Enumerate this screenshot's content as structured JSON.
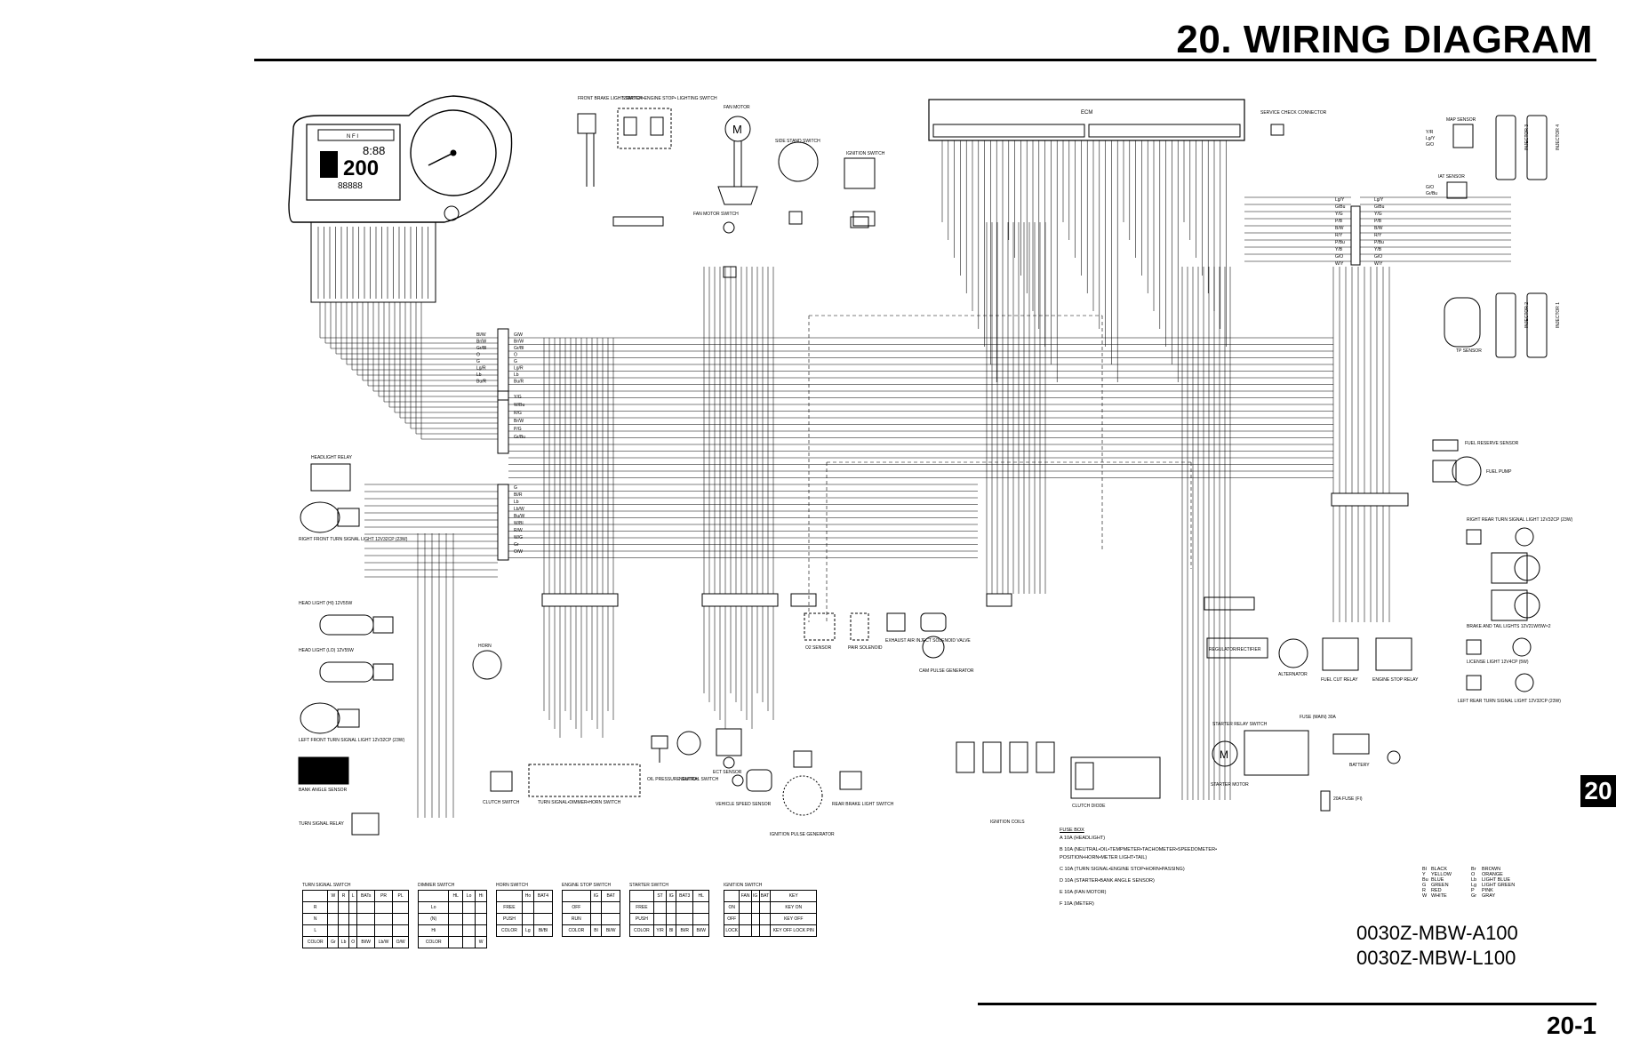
{
  "page": {
    "title": "20. WIRING DIAGRAM",
    "page_number": "20-1",
    "section_tab": "20",
    "doc_ids": [
      "0030Z-MBW-A100",
      "0030Z-MBW-L100"
    ]
  },
  "components": {
    "front_brake_switch": "FRONT BRAKE LIGHT SWITCH",
    "starter_engine_stop": "STARTER•ENGINE STOP• LIGHTING SWITCH",
    "fan_motor": "FAN MOTOR",
    "fan_motor_switch": "FAN MOTOR SWITCH",
    "side_stand_switch": "SIDE STAND SWITCH",
    "ignition_switch": "IGNITION SWITCH",
    "ecm": "ECM",
    "service_check": "SERVICE CHECK CONNECTOR",
    "map_sensor": "MAP SENSOR",
    "iat_sensor": "IAT SENSOR",
    "injector_3": "INJECTOR 3",
    "injector_4": "INJECTOR 4",
    "injector_2": "INJECTOR 2",
    "injector_1": "INJECTOR 1",
    "tp_sensor": "TP SENSOR",
    "fuel_reserve": "FUEL RESERVE SENSOR",
    "fuel_pump": "FUEL PUMP",
    "headlight_relay": "HEADLIGHT RELAY",
    "right_front_turn": "RIGHT FRONT TURN SIGNAL LIGHT 12V32CP (23W)",
    "head_light_hi": "HEAD LIGHT (HI) 12V55W",
    "head_light_lo": "HEAD LIGHT (LO) 12V55W",
    "horn": "HORN",
    "left_front_turn": "LEFT FRONT TURN SIGNAL LIGHT 12V32CP (23W)",
    "bank_angle": "BANK ANGLE SENSOR",
    "turn_signal_relay": "TURN SIGNAL RELAY",
    "clutch_switch": "CLUTCH SWITCH",
    "turn_dimmer_horn": "TURN SIGNAL•DIMMER•HORN SWITCH",
    "oil_pressure": "OIL PRESSURE SWITCH",
    "neutral_switch": "NEUTRAL SWITCH",
    "ect_sensor": "ECT SENSOR",
    "vehicle_speed": "VEHICLE SPEED SENSOR",
    "ignition_pulse": "IGNITION PULSE GENERATOR",
    "rear_brake_switch": "REAR BRAKE LIGHT SWITCH",
    "o2_sensor": "O2 SENSOR",
    "pair_solenoid": "PAIR SOLENOID",
    "exhaust_valve": "EXHAUST AIR INJECT SOLENOID VALVE",
    "cam_pulse": "CAM PULSE GENERATOR",
    "ignition_coils": "IGNITION COILS",
    "regulator": "REGULATOR/RECTIFIER",
    "alternator": "ALTERNATOR",
    "fuel_cut_relay": "FUEL CUT RELAY",
    "engine_stop_relay": "ENGINE STOP RELAY",
    "starter_relay": "STARTER RELAY SWITCH",
    "starter_motor": "STARTER MOTOR",
    "battery": "BATTERY",
    "fuse_main": "FUSE (MAIN) 30A",
    "fuse_fi": "20A FUSE (FI)",
    "clutch_diode": "CLUTCH DIODE",
    "right_rear_turn": "RIGHT REAR TURN SIGNAL LIGHT 12V32CP (23W)",
    "brake_tail": "BRAKE AND TAIL LIGHTS 12V21W/5W×2",
    "license_light": "LICENSE LIGHT 12V4CP (5W)",
    "left_rear_turn": "LEFT REAR TURN SIGNAL LIGHT 12V32CP (23W)"
  },
  "fuse_box": {
    "title": "FUSE BOX",
    "items": [
      "A 10A (HEADLIGHT)",
      "B 10A (NEUTRAL•OIL•TEMPMETER•TACHOMETER•SPEEDOMETER• POSITION•HORN•METER LIGHT•TAIL)",
      "C 10A (TURN SIGNAL•ENGINE STOP•HORN•PASSING)",
      "D 10A (STARTER•BANK ANGLE SENSOR)",
      "E 10A (FAN MOTOR)",
      "F 10A (METER)"
    ]
  },
  "color_codes": [
    [
      "Bl",
      "BLACK"
    ],
    [
      "Y",
      "YELLOW"
    ],
    [
      "Bu",
      "BLUE"
    ],
    [
      "G",
      "GREEN"
    ],
    [
      "R",
      "RED"
    ],
    [
      "W",
      "WHITE"
    ],
    [
      "Br",
      "BROWN"
    ],
    [
      "O",
      "ORANGE"
    ],
    [
      "Lb",
      "LIGHT BLUE"
    ],
    [
      "Lg",
      "LIGHT GREEN"
    ],
    [
      "P",
      "PINK"
    ],
    [
      "Gr",
      "GRAY"
    ]
  ],
  "switch_tables": [
    {
      "title": "TURN SIGNAL SWITCH",
      "headers": [
        "",
        "W",
        "R",
        "L",
        "BATs",
        "PR",
        "PL"
      ],
      "rows": [
        [
          "R",
          "",
          "",
          "",
          "",
          "",
          ""
        ],
        [
          "N",
          "",
          "",
          "",
          "",
          "",
          ""
        ],
        [
          "L",
          "",
          "",
          "",
          "",
          "",
          ""
        ],
        [
          "COLOR",
          "Gr",
          "Lb",
          "O",
          "Bl/W",
          "Lb/W",
          "O/W"
        ]
      ]
    },
    {
      "title": "DIMMER SWITCH",
      "headers": [
        "",
        "HL",
        "Lo",
        "Hi"
      ],
      "rows": [
        [
          "Lo",
          "",
          "",
          ""
        ],
        [
          "(N)",
          "",
          "",
          ""
        ],
        [
          "Hi",
          "",
          "",
          ""
        ],
        [
          "COLOR",
          "",
          "",
          "W"
        ]
      ]
    },
    {
      "title": "HORN SWITCH",
      "headers": [
        "",
        "Ho",
        "BAT4"
      ],
      "rows": [
        [
          "FREE",
          "",
          ""
        ],
        [
          "PUSH",
          "",
          ""
        ],
        [
          "COLOR",
          "Lg",
          "Bl/Bl"
        ]
      ]
    },
    {
      "title": "ENGINE STOP SWITCH",
      "headers": [
        "",
        "IG",
        "BAT"
      ],
      "rows": [
        [
          "OFF",
          "",
          ""
        ],
        [
          "RUN",
          "",
          ""
        ],
        [
          "COLOR",
          "Bl",
          "Bl/W"
        ]
      ]
    },
    {
      "title": "STARTER SWITCH",
      "headers": [
        "",
        "ST",
        "IG",
        "BAT3",
        "HL"
      ],
      "rows": [
        [
          "FREE",
          "",
          "",
          "",
          ""
        ],
        [
          "PUSH",
          "",
          "",
          "",
          ""
        ],
        [
          "COLOR",
          "Y/R",
          "Bl",
          "Bl/R",
          "Bl/W"
        ]
      ]
    },
    {
      "title": "IGNITION SWITCH",
      "headers": [
        "",
        "FAN",
        "IG",
        "BAT",
        "KEY"
      ],
      "rows": [
        [
          "ON",
          "",
          "",
          "",
          "KEY ON"
        ],
        [
          "OFF",
          "",
          "",
          "",
          "KEY OFF"
        ],
        [
          "LOCK",
          "",
          "",
          "",
          "KEY OFF LOCK PIN"
        ]
      ]
    }
  ],
  "connector_labels": {
    "harness_a": [
      "Bl/W",
      "Br/W",
      "Gr/Bl",
      "O",
      "G",
      "Lg/R",
      "Lb",
      "Bu/R"
    ],
    "harness_b": [
      "G/W",
      "Br/W",
      "Gr/Bl",
      "O",
      "G",
      "Lg/R",
      "Lb",
      "Bu/R"
    ],
    "harness_c": [
      "Y/G",
      "W/Bu",
      "R/G",
      "Br/W",
      "P/G",
      "Gr/Bu"
    ],
    "harness_d": [
      "G",
      "Bl/R",
      "Lb",
      "Lb/W",
      "Bu/W",
      "W/Bl",
      "R/W",
      "W/G",
      "Gr",
      "O/W"
    ],
    "map_wires": [
      "Y/R",
      "Lg/Y",
      "G/O"
    ],
    "iat_wires": [
      "G/O",
      "Gr/Bu"
    ],
    "ecm_right": [
      "Lg/Y",
      "G/Bu",
      "Y/G",
      "P/B",
      "B/W",
      "R/Y",
      "P/Bu",
      "Y/B",
      "G/O",
      "W/Y"
    ]
  },
  "meter": {
    "indicators": "N F I",
    "speed": "200",
    "odo": "88888",
    "clock": "8:88"
  }
}
